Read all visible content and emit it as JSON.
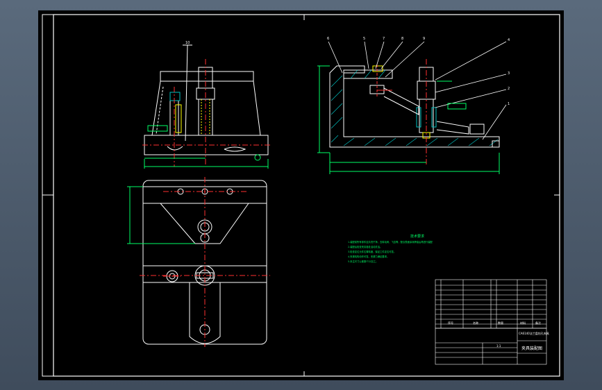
{
  "drawing": {
    "tech_requirements_title": "技术要求",
    "tech_requirements": [
      "1.装配前所有零件应清洗干净，去除毛刺、飞边等，配合表面涂润滑油后再进行装配",
      "2.装配后检查夹具各处活动灵活。",
      "3.检查定位元件位置精度，保证工件定位可靠。",
      "4.夹紧机构动作可靠，夹紧力满足要求。",
      "5.未注尺寸公差按IT12加工。"
    ],
    "title_block": {
      "drawing_name": "夹具装配图",
      "part_name": "CA6140法兰盘钻孔夹具",
      "header_seq": "序号",
      "header_name": "名称",
      "header_qty": "数量",
      "header_material": "材料",
      "header_remark": "备注",
      "scale": "1:1"
    },
    "balloons": [
      "6",
      "5",
      "7",
      "8",
      "9",
      "4",
      "3",
      "2",
      "1",
      "10"
    ]
  },
  "colors": {
    "sheet": "#000000",
    "outline": "#ffffff",
    "center": "#ff3030",
    "dim": "#00ff66",
    "hatch": "#00c0c0",
    "part_yellow": "#ffff00"
  }
}
